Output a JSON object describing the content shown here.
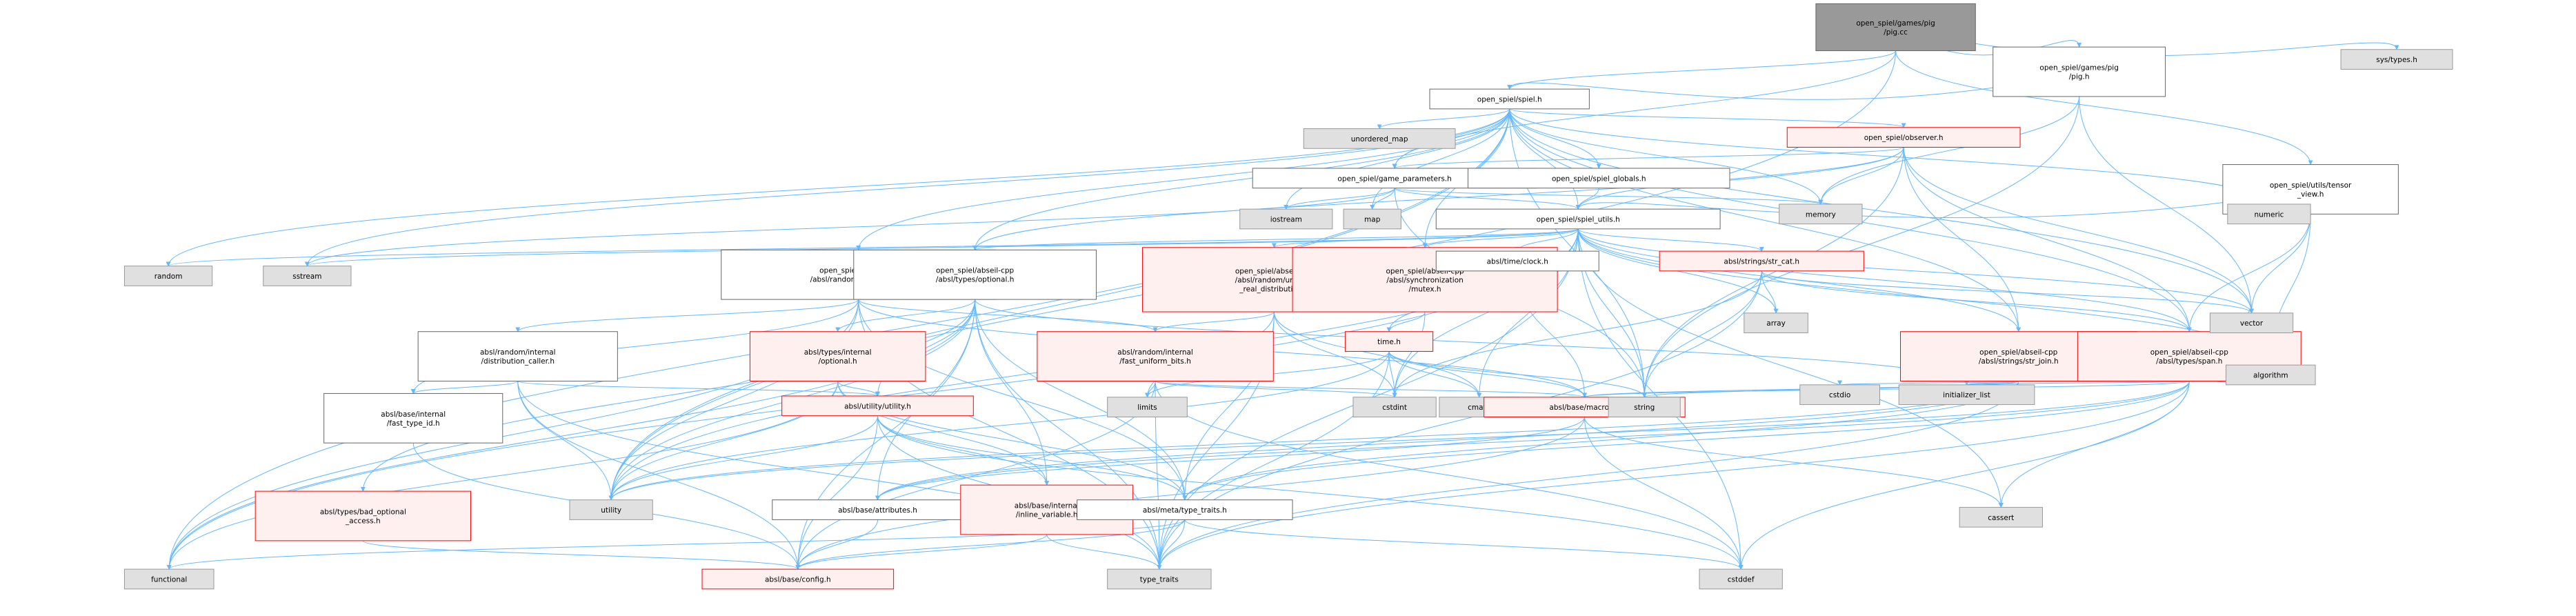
{
  "colors": {
    "root_fill": "#999999",
    "root_stroke": "#666666",
    "doc_fill": "#ffffff",
    "doc_stroke": "#666666",
    "ext_fill": "#e0e0e0",
    "ext_stroke": "#999999",
    "incomplete_stroke": "#ff0000",
    "incomplete_fill": "#fff0f0",
    "edge": "#63b8ff"
  },
  "nodes": [
    {
      "id": "root",
      "lines": [
        "open_spiel/games/pig",
        "/pig.cc"
      ],
      "kind": "root"
    },
    {
      "id": "pig_h",
      "lines": [
        "open_spiel/games/pig",
        "/pig.h"
      ],
      "kind": "doc"
    },
    {
      "id": "sys_types",
      "lines": [
        "sys/types.h"
      ],
      "kind": "ext"
    },
    {
      "id": "spiel_h",
      "lines": [
        "open_spiel/spiel.h"
      ],
      "kind": "doc"
    },
    {
      "id": "tensor_view",
      "lines": [
        "open_spiel/utils/tensor",
        "_view.h"
      ],
      "kind": "doc"
    },
    {
      "id": "unordered_map",
      "lines": [
        "unordered_map"
      ],
      "kind": "ext"
    },
    {
      "id": "observer",
      "lines": [
        "open_spiel/observer.h"
      ],
      "kind": "incomplete"
    },
    {
      "id": "game_params",
      "lines": [
        "open_spiel/game_parameters.h"
      ],
      "kind": "doc"
    },
    {
      "id": "spiel_globals",
      "lines": [
        "open_spiel/spiel_globals.h"
      ],
      "kind": "doc"
    },
    {
      "id": "memory",
      "lines": [
        "memory"
      ],
      "kind": "ext"
    },
    {
      "id": "numeric",
      "lines": [
        "numeric"
      ],
      "kind": "ext"
    },
    {
      "id": "iostream",
      "lines": [
        "iostream"
      ],
      "kind": "ext"
    },
    {
      "id": "map",
      "lines": [
        "map"
      ],
      "kind": "ext"
    },
    {
      "id": "spiel_utils",
      "lines": [
        "open_spiel/spiel_utils.h"
      ],
      "kind": "doc"
    },
    {
      "id": "random",
      "lines": [
        "random"
      ],
      "kind": "ext"
    },
    {
      "id": "sstream",
      "lines": [
        "sstream"
      ],
      "kind": "ext"
    },
    {
      "id": "bit_gen_ref",
      "lines": [
        "open_spiel/abseil-cpp",
        "/absl/random/bit_gen_ref.h"
      ],
      "kind": "doc"
    },
    {
      "id": "optional_h",
      "lines": [
        "open_spiel/abseil-cpp",
        "/absl/types/optional.h"
      ],
      "kind": "doc"
    },
    {
      "id": "uniform_real",
      "lines": [
        "open_spiel/abseil-cpp",
        "/absl/random/uniform",
        "_real_distribution.h"
      ],
      "kind": "incomplete"
    },
    {
      "id": "mutex",
      "lines": [
        "open_spiel/abseil-cpp",
        "/absl/synchronization",
        "/mutex.h"
      ],
      "kind": "incomplete"
    },
    {
      "id": "clock",
      "lines": [
        "absl/time/clock.h"
      ],
      "kind": "doc"
    },
    {
      "id": "str_cat",
      "lines": [
        "absl/strings/str_cat.h"
      ],
      "kind": "incomplete"
    },
    {
      "id": "array",
      "lines": [
        "array"
      ],
      "kind": "ext"
    },
    {
      "id": "str_join",
      "lines": [
        "open_spiel/abseil-cpp",
        "/absl/strings/str_join.h"
      ],
      "kind": "incomplete"
    },
    {
      "id": "span",
      "lines": [
        "open_spiel/abseil-cpp",
        "/absl/types/span.h"
      ],
      "kind": "incomplete"
    },
    {
      "id": "vector",
      "lines": [
        "vector"
      ],
      "kind": "ext"
    },
    {
      "id": "algorithm",
      "lines": [
        "algorithm"
      ],
      "kind": "ext"
    },
    {
      "id": "dist_caller",
      "lines": [
        "absl/random/internal",
        "/distribution_caller.h"
      ],
      "kind": "doc"
    },
    {
      "id": "internal_optional",
      "lines": [
        "absl/types/internal",
        "/optional.h"
      ],
      "kind": "incomplete"
    },
    {
      "id": "fast_uniform",
      "lines": [
        "absl/random/internal",
        "/fast_uniform_bits.h"
      ],
      "kind": "incomplete"
    },
    {
      "id": "time_h",
      "lines": [
        "time.h"
      ],
      "kind": "incomplete"
    },
    {
      "id": "fast_type_id",
      "lines": [
        "absl/base/internal",
        "/fast_type_id.h"
      ],
      "kind": "doc"
    },
    {
      "id": "utility_h",
      "lines": [
        "absl/utility/utility.h"
      ],
      "kind": "incomplete"
    },
    {
      "id": "limits",
      "lines": [
        "limits"
      ],
      "kind": "ext"
    },
    {
      "id": "cstdint",
      "lines": [
        "cstdint"
      ],
      "kind": "ext"
    },
    {
      "id": "cmath",
      "lines": [
        "cmath"
      ],
      "kind": "ext"
    },
    {
      "id": "macros",
      "lines": [
        "absl/base/macros.h"
      ],
      "kind": "incomplete"
    },
    {
      "id": "string",
      "lines": [
        "string"
      ],
      "kind": "ext"
    },
    {
      "id": "cstdio",
      "lines": [
        "cstdio"
      ],
      "kind": "ext"
    },
    {
      "id": "init_list",
      "lines": [
        "initializer_list"
      ],
      "kind": "ext"
    },
    {
      "id": "bad_optional",
      "lines": [
        "absl/types/bad_optional",
        "_access.h"
      ],
      "kind": "incomplete"
    },
    {
      "id": "utility",
      "lines": [
        "utility"
      ],
      "kind": "ext"
    },
    {
      "id": "attributes",
      "lines": [
        "absl/base/attributes.h"
      ],
      "kind": "doc"
    },
    {
      "id": "inline_variable",
      "lines": [
        "absl/base/internal",
        "/inline_variable.h"
      ],
      "kind": "incomplete"
    },
    {
      "id": "type_traits_h",
      "lines": [
        "absl/meta/type_traits.h"
      ],
      "kind": "doc"
    },
    {
      "id": "cassert",
      "lines": [
        "cassert"
      ],
      "kind": "ext"
    },
    {
      "id": "functional",
      "lines": [
        "functional"
      ],
      "kind": "ext"
    },
    {
      "id": "config",
      "lines": [
        "absl/base/config.h"
      ],
      "kind": "incomplete"
    },
    {
      "id": "type_traits",
      "lines": [
        "type_traits"
      ],
      "kind": "ext"
    },
    {
      "id": "cstddef",
      "lines": [
        "cstddef"
      ],
      "kind": "ext"
    }
  ],
  "edges": [
    [
      "root",
      "pig_h"
    ],
    [
      "root",
      "sys_types"
    ],
    [
      "root",
      "spiel_h"
    ],
    [
      "root",
      "tensor_view"
    ],
    [
      "root",
      "game_params"
    ],
    [
      "root",
      "utility"
    ],
    [
      "pig_h",
      "spiel_h"
    ],
    [
      "pig_h",
      "memory"
    ],
    [
      "pig_h",
      "vector"
    ],
    [
      "pig_h",
      "string"
    ],
    [
      "spiel_h",
      "unordered_map"
    ],
    [
      "spiel_h",
      "observer"
    ],
    [
      "spiel_h",
      "game_params"
    ],
    [
      "spiel_h",
      "spiel_globals"
    ],
    [
      "spiel_h",
      "memory"
    ],
    [
      "spiel_h",
      "numeric"
    ],
    [
      "spiel_h",
      "iostream"
    ],
    [
      "spiel_h",
      "map"
    ],
    [
      "spiel_h",
      "spiel_utils"
    ],
    [
      "spiel_h",
      "random"
    ],
    [
      "spiel_h",
      "sstream"
    ],
    [
      "spiel_h",
      "bit_gen_ref"
    ],
    [
      "spiel_h",
      "optional_h"
    ],
    [
      "spiel_h",
      "mutex"
    ],
    [
      "spiel_h",
      "str_join"
    ],
    [
      "spiel_h",
      "span"
    ],
    [
      "spiel_h",
      "vector"
    ],
    [
      "spiel_h",
      "functional"
    ],
    [
      "spiel_h",
      "utility"
    ],
    [
      "spiel_h",
      "string"
    ],
    [
      "tensor_view",
      "spiel_utils"
    ],
    [
      "tensor_view",
      "span"
    ],
    [
      "tensor_view",
      "numeric"
    ],
    [
      "tensor_view",
      "vector"
    ],
    [
      "tensor_view",
      "algorithm"
    ],
    [
      "observer",
      "game_params"
    ],
    [
      "observer",
      "spiel_utils"
    ],
    [
      "observer",
      "memory"
    ],
    [
      "observer",
      "str_join"
    ],
    [
      "observer",
      "span"
    ],
    [
      "observer",
      "vector"
    ],
    [
      "observer",
      "string"
    ],
    [
      "observer",
      "optional_h"
    ],
    [
      "game_params",
      "spiel_utils"
    ],
    [
      "game_params",
      "iostream"
    ],
    [
      "game_params",
      "map"
    ],
    [
      "game_params",
      "memory"
    ],
    [
      "game_params",
      "sstream"
    ],
    [
      "game_params",
      "string"
    ],
    [
      "spiel_globals",
      "spiel_utils"
    ],
    [
      "spiel_utils",
      "random"
    ],
    [
      "spiel_utils",
      "sstream"
    ],
    [
      "spiel_utils",
      "optional_h"
    ],
    [
      "spiel_utils",
      "uniform_real"
    ],
    [
      "spiel_utils",
      "mutex"
    ],
    [
      "spiel_utils",
      "clock"
    ],
    [
      "spiel_utils",
      "str_cat"
    ],
    [
      "spiel_utils",
      "array"
    ],
    [
      "spiel_utils",
      "str_join"
    ],
    [
      "spiel_utils",
      "span"
    ],
    [
      "spiel_utils",
      "vector"
    ],
    [
      "spiel_utils",
      "algorithm"
    ],
    [
      "spiel_utils",
      "cstdint"
    ],
    [
      "spiel_utils",
      "cmath"
    ],
    [
      "spiel_utils",
      "string"
    ],
    [
      "spiel_utils",
      "cstddef"
    ],
    [
      "spiel_utils",
      "type_traits"
    ],
    [
      "spiel_utils",
      "functional"
    ],
    [
      "spiel_utils",
      "utility"
    ],
    [
      "spiel_utils",
      "cassert"
    ],
    [
      "bit_gen_ref",
      "dist_caller"
    ],
    [
      "bit_gen_ref",
      "fast_uniform"
    ],
    [
      "bit_gen_ref",
      "fast_type_id"
    ],
    [
      "bit_gen_ref",
      "type_traits_h"
    ],
    [
      "bit_gen_ref",
      "macros"
    ],
    [
      "bit_gen_ref",
      "utility"
    ],
    [
      "bit_gen_ref",
      "type_traits"
    ],
    [
      "bit_gen_ref",
      "functional"
    ],
    [
      "optional_h",
      "internal_optional"
    ],
    [
      "optional_h",
      "bad_optional"
    ],
    [
      "optional_h",
      "attributes"
    ],
    [
      "optional_h",
      "inline_variable"
    ],
    [
      "optional_h",
      "type_traits_h"
    ],
    [
      "optional_h",
      "utility_h"
    ],
    [
      "optional_h",
      "init_list"
    ],
    [
      "optional_h",
      "utility"
    ],
    [
      "optional_h",
      "type_traits"
    ],
    [
      "optional_h",
      "functional"
    ],
    [
      "optional_h",
      "config"
    ],
    [
      "uniform_real",
      "fast_uniform"
    ],
    [
      "uniform_real",
      "type_traits_h"
    ],
    [
      "uniform_real",
      "limits"
    ],
    [
      "uniform_real",
      "cstdint"
    ],
    [
      "uniform_real",
      "cmath"
    ],
    [
      "uniform_real",
      "type_traits"
    ],
    [
      "mutex",
      "time_h"
    ],
    [
      "mutex",
      "cstdint"
    ],
    [
      "clock",
      "time_h"
    ],
    [
      "clock",
      "macros"
    ],
    [
      "str_cat",
      "array"
    ],
    [
      "str_cat",
      "cstdint"
    ],
    [
      "str_cat",
      "string"
    ],
    [
      "str_cat",
      "type_traits"
    ],
    [
      "str_cat",
      "vector"
    ],
    [
      "str_cat",
      "span"
    ],
    [
      "str_join",
      "cstdio"
    ],
    [
      "str_join",
      "init_list"
    ],
    [
      "str_join",
      "string"
    ],
    [
      "str_join",
      "type_traits"
    ],
    [
      "str_join",
      "utility"
    ],
    [
      "str_join",
      "attributes"
    ],
    [
      "str_join",
      "type_traits_h"
    ],
    [
      "str_join",
      "macros"
    ],
    [
      "span",
      "algorithm"
    ],
    [
      "span",
      "cassert"
    ],
    [
      "span",
      "cstddef"
    ],
    [
      "span",
      "init_list"
    ],
    [
      "span",
      "type_traits"
    ],
    [
      "span",
      "utility"
    ],
    [
      "span",
      "attributes"
    ],
    [
      "span",
      "macros"
    ],
    [
      "span",
      "type_traits_h"
    ],
    [
      "span",
      "vector"
    ],
    [
      "dist_caller",
      "fast_type_id"
    ],
    [
      "dist_caller",
      "utility_h"
    ],
    [
      "dist_caller",
      "utility"
    ],
    [
      "dist_caller",
      "type_traits"
    ],
    [
      "dist_caller",
      "config"
    ],
    [
      "internal_optional",
      "utility_h"
    ],
    [
      "internal_optional",
      "inline_variable"
    ],
    [
      "internal_optional",
      "type_traits_h"
    ],
    [
      "internal_optional",
      "functional"
    ],
    [
      "internal_optional",
      "utility"
    ],
    [
      "internal_optional",
      "new"
    ],
    [
      "fast_uniform",
      "limits"
    ],
    [
      "fast_uniform",
      "cstdint"
    ],
    [
      "fast_uniform",
      "type_traits"
    ],
    [
      "fast_uniform",
      "macros"
    ],
    [
      "fast_uniform",
      "config"
    ],
    [
      "fast_uniform",
      "cstddef"
    ],
    [
      "time_h",
      "cstdint"
    ],
    [
      "time_h",
      "cmath"
    ],
    [
      "time_h",
      "limits"
    ],
    [
      "time_h",
      "string"
    ],
    [
      "time_h",
      "utility"
    ],
    [
      "time_h",
      "macros"
    ],
    [
      "time_h",
      "type_traits"
    ],
    [
      "fast_type_id",
      "config"
    ],
    [
      "utility_h",
      "inline_variable"
    ],
    [
      "utility_h",
      "type_traits_h"
    ],
    [
      "utility_h",
      "utility"
    ],
    [
      "utility_h",
      "config"
    ],
    [
      "utility_h",
      "cstddef"
    ],
    [
      "utility_h",
      "type_traits"
    ],
    [
      "macros",
      "cassert"
    ],
    [
      "macros",
      "cstddef"
    ],
    [
      "macros",
      "attributes"
    ],
    [
      "macros",
      "config"
    ],
    [
      "bad_optional",
      "config"
    ],
    [
      "attributes",
      "config"
    ],
    [
      "inline_variable",
      "type_traits"
    ],
    [
      "inline_variable",
      "config"
    ],
    [
      "type_traits_h",
      "cstddef"
    ],
    [
      "type_traits_h",
      "type_traits"
    ],
    [
      "type_traits_h",
      "functional"
    ],
    [
      "type_traits_h",
      "config"
    ]
  ]
}
